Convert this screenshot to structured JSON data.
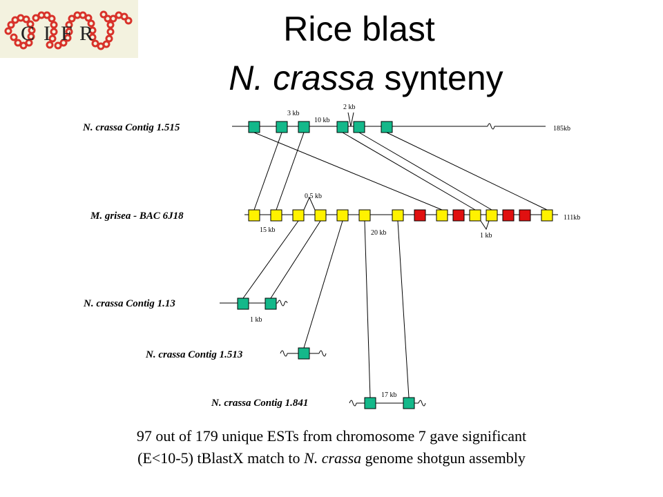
{
  "title": {
    "line1": "Rice blast",
    "line2_italic": "N. crassa",
    "line2_rest": " synteny"
  },
  "logo": {
    "letters": [
      "C",
      "I",
      "F",
      "R"
    ],
    "colors": {
      "chain": "#d8322a",
      "letters": "#222222",
      "background": "#f3f2df"
    }
  },
  "diagram": {
    "colors": {
      "green": "#14b88a",
      "yellow": "#fff200",
      "red": "#e01010",
      "line": "#000000"
    },
    "rows": {
      "contig_1515": {
        "label": "N. crassa Contig 1.515",
        "length": "185kb",
        "annotations": [
          "3 kb",
          "10 kb",
          "2 kb"
        ]
      },
      "bac_6j18": {
        "label": "M. grisea - BAC 6J18",
        "length": "111kb",
        "annotations": [
          "0.5 kb",
          "15 kb",
          "20 kb",
          "1 kb"
        ],
        "boxes": [
          "yellow",
          "yellow",
          "yellow",
          "yellow",
          "yellow",
          "yellow",
          "yellow",
          "red",
          "yellow",
          "red",
          "yellow",
          "yellow",
          "red",
          "red",
          "yellow"
        ]
      },
      "contig_113": {
        "label": "N. crassa Contig 1.13",
        "annotations": [
          "1 kb"
        ]
      },
      "contig_1513": {
        "label": "N. crassa Contig 1.513"
      },
      "contig_1841": {
        "label": "N. crassa Contig 1.841",
        "annotations": [
          "17 kb"
        ]
      }
    }
  },
  "footer": {
    "line1": "97 out of 179 unique ESTs from chromosome 7 gave significant",
    "line2_a": "(E<10-5) tBlastX match to ",
    "line2_italic": "N. crassa",
    "line2_b": " genome shotgun assembly"
  }
}
